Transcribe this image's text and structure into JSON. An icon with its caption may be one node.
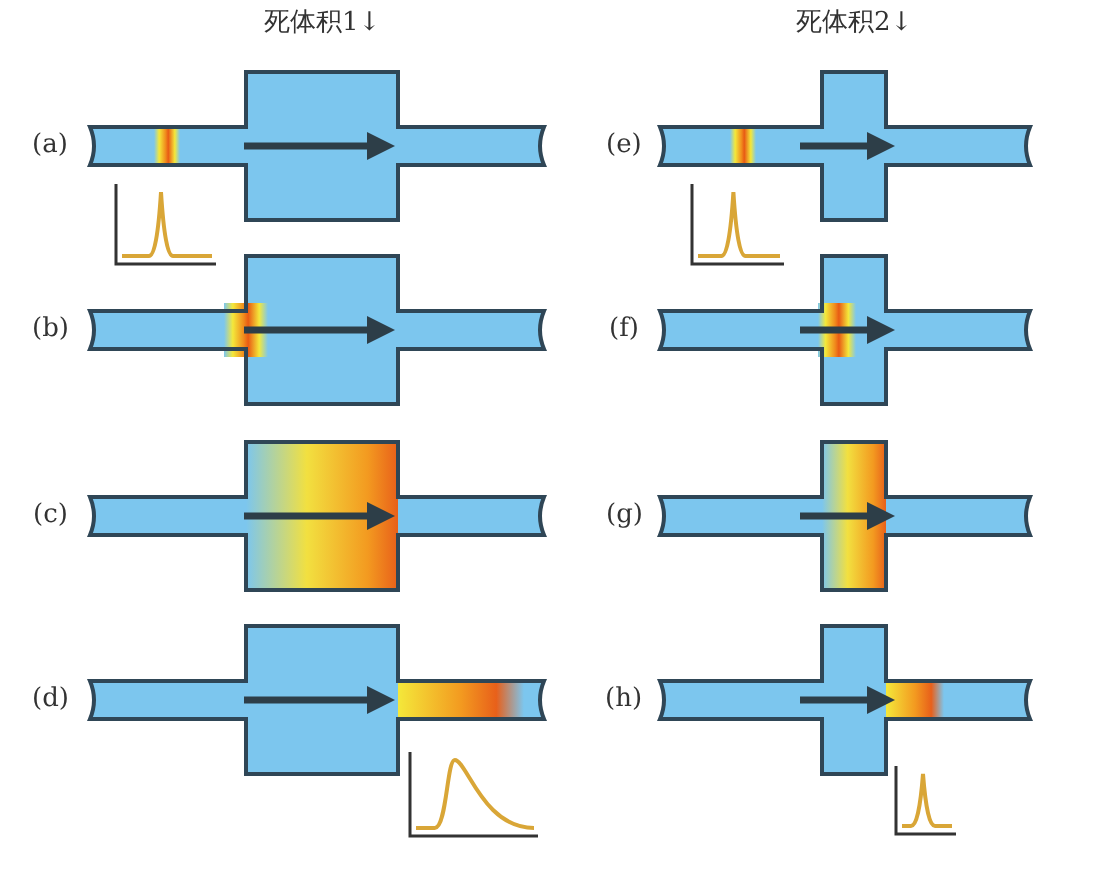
{
  "diagram": {
    "labels": [
      "死体积1↓",
      "死体积2↓",
      "(a)",
      "(e)",
      "(b)",
      "(f)",
      "(c)",
      "(g)",
      "(d)",
      "(h)"
    ]
  }
}
